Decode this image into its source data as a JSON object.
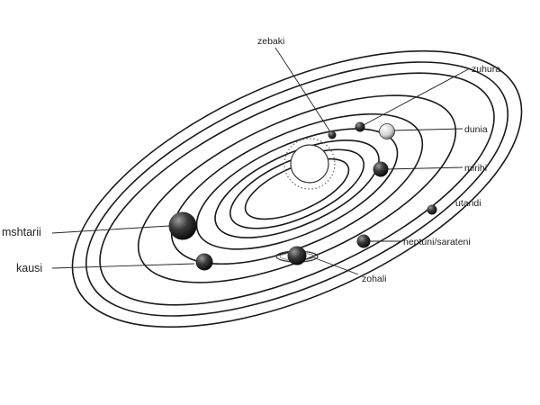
{
  "labels": {
    "zebaki": "zebaki",
    "zuhura": "zuhura",
    "dunia": "dunia",
    "mirihi": "mirihi",
    "utaridi": "utaridi",
    "neptuni_sarateni": "neptuni/sarateni",
    "zohali": "zohali",
    "mshtarii": "mshtarii",
    "kausi": "kausi"
  }
}
